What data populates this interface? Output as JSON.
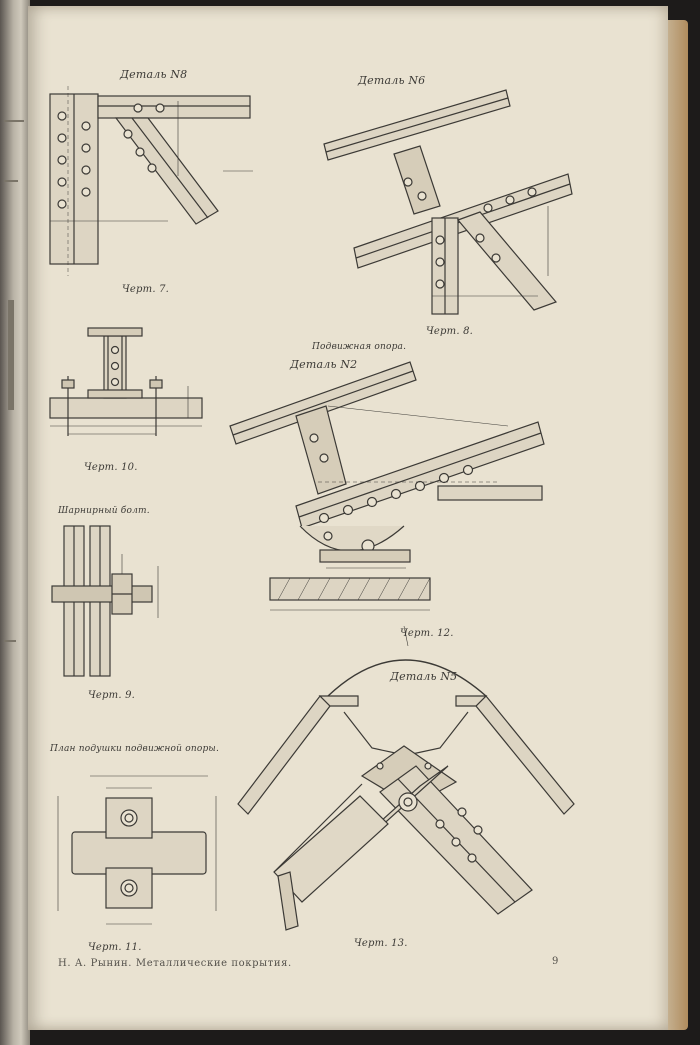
{
  "page": {
    "details": {
      "n8": "Деталь N8",
      "n6": "Деталь N6",
      "n2": "Деталь N2",
      "n5": "Деталь N5"
    },
    "section_titles": {
      "movable_support": "Подвижная опора.",
      "hinge_bolt": "Шарнирный болт.",
      "support_plate_plan": "План подушки подвижной опоры."
    },
    "figures": {
      "fig7": "Черт. 7.",
      "fig8": "Черт. 8.",
      "fig9": "Черт. 9.",
      "fig10": "Черт. 10.",
      "fig11": "Черт. 11.",
      "fig12": "Черт. 12.",
      "fig13": "Черт. 13."
    },
    "footer": {
      "text": "Н. А. Рынин. Металлические покрытия.",
      "page_number": "9"
    }
  },
  "colors": {
    "paper": "#e9e2d1",
    "ink": "#3c3a36",
    "background": "#1d1b1a"
  }
}
